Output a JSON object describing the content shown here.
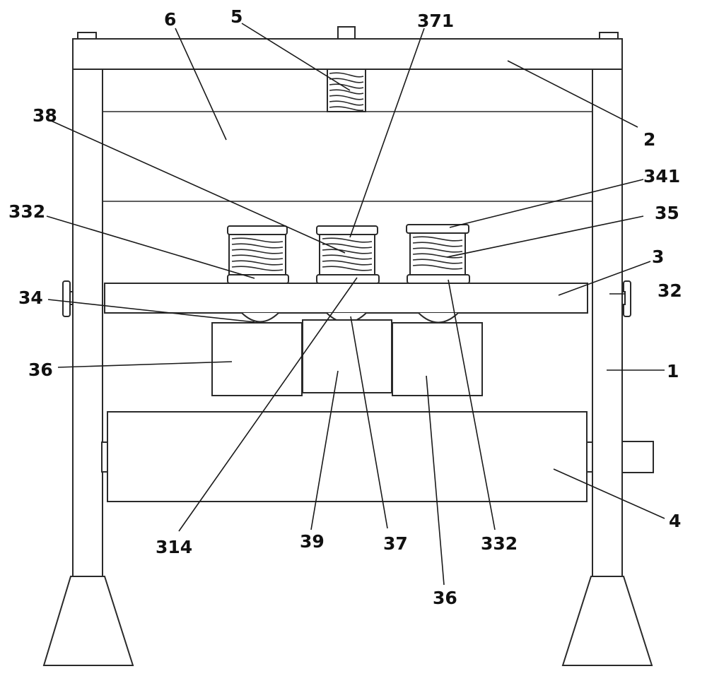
{
  "labels": {
    "l_6": "6",
    "l_5": "5",
    "l_371": "371",
    "l_2": "2",
    "l_38": "38",
    "l_341": "341",
    "l_332_left": "332",
    "l_35": "35",
    "l_3": "3",
    "l_34": "34",
    "l_32": "32",
    "l_36_left": "36",
    "l_1": "1",
    "l_4": "4",
    "l_314": "314",
    "l_39": "39",
    "l_37": "37",
    "l_332_right": "332",
    "l_36_bottom": "36"
  }
}
